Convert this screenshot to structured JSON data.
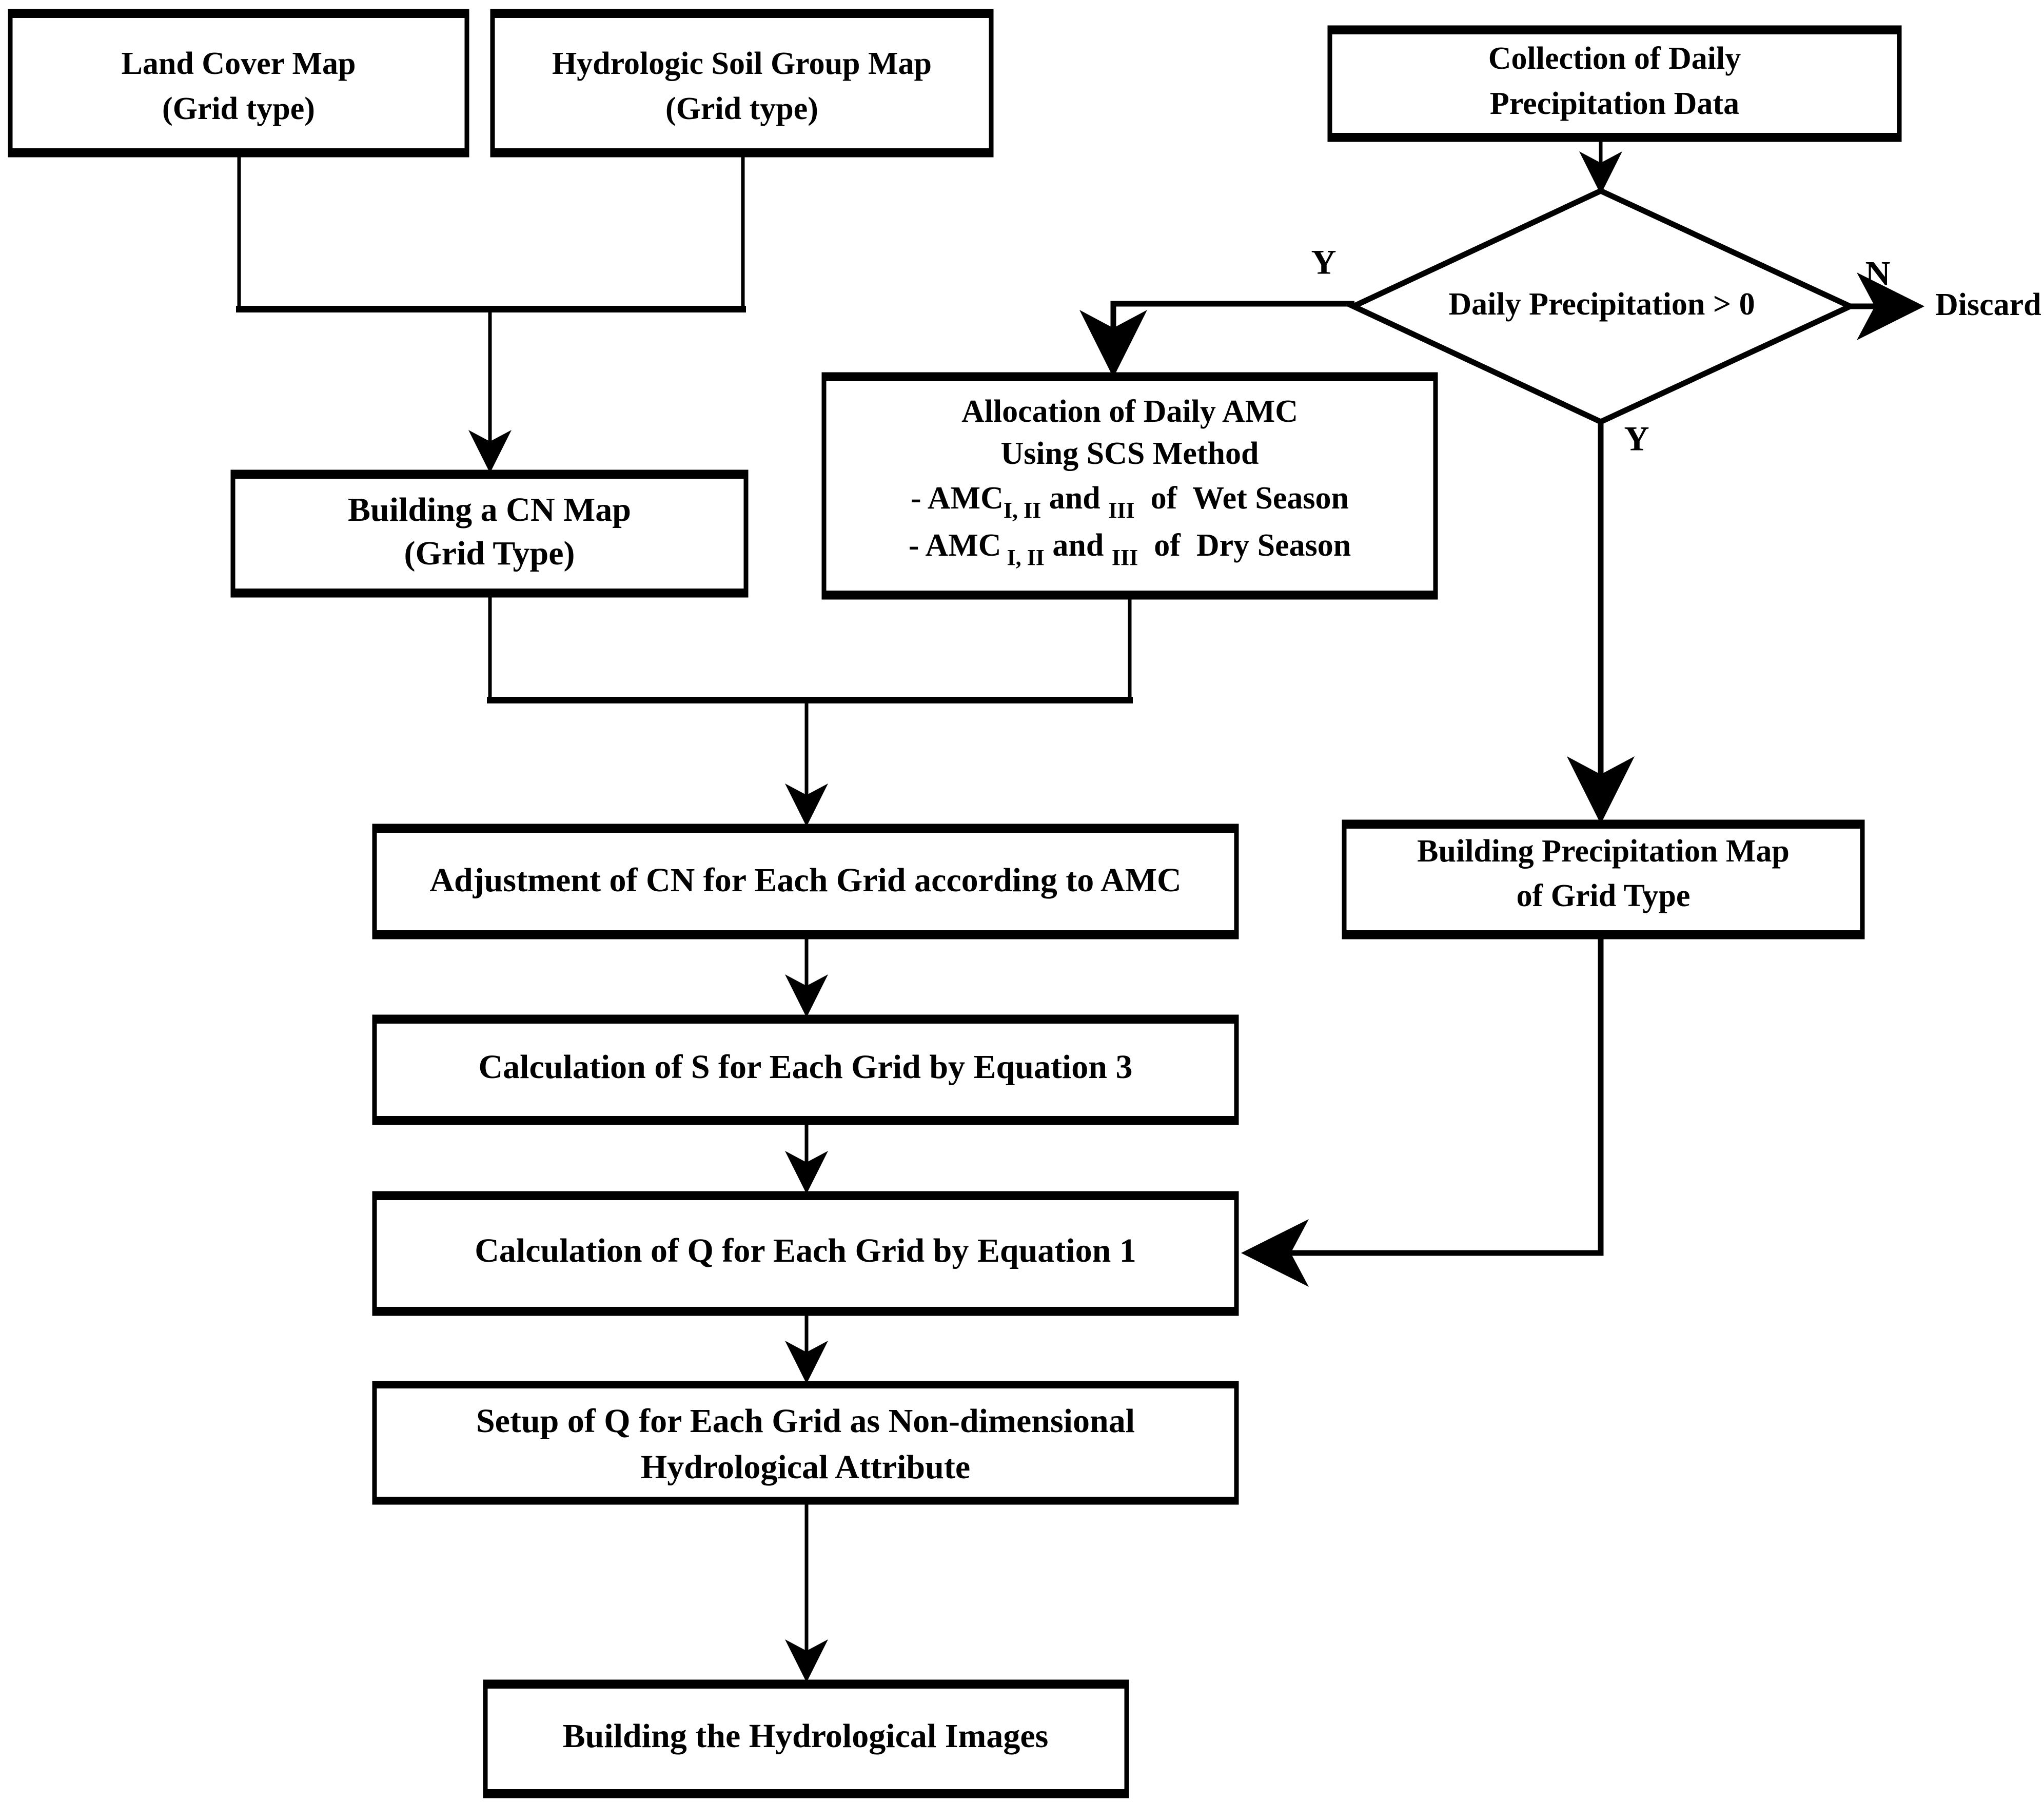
{
  "diagram": {
    "type": "flowchart",
    "title": "SCS-CN Hydrological Image Generation Workflow",
    "colors": {
      "background": "#ffffff",
      "stroke": "#000000",
      "fill": "#ffffff"
    },
    "nodes": {
      "land_cover_map": {
        "shape": "process",
        "line1": "Land Cover Map",
        "line2": "(Grid type)"
      },
      "hydrologic_soil_group_map": {
        "shape": "process",
        "line1": "Hydrologic Soil Group Map",
        "line2": "(Grid type)"
      },
      "collection_precip": {
        "shape": "process",
        "line1": "Collection of Daily",
        "line2": "Precipitation Data"
      },
      "decision_precip": {
        "shape": "decision",
        "text": "Daily Precipitation > 0"
      },
      "discard": {
        "shape": "terminal-text",
        "text": "Discard"
      },
      "building_cn_map": {
        "shape": "process",
        "line1": "Building a CN Map",
        "line2": "(Grid Type)"
      },
      "allocation_amc": {
        "shape": "process",
        "line1": "Allocation of Daily AMC",
        "line2": "Using SCS Method",
        "line3_prefix": "- AMC",
        "line3_sub1": "I, II",
        "line3_mid": "and",
        "line3_sub2": "III",
        "line3_suffix": "of  Wet Season",
        "line4_prefix": "- AMC",
        "line4_sub1": "I, II",
        "line4_mid": "and",
        "line4_sub2": "III",
        "line4_suffix": "of  Dry Season"
      },
      "adjustment_cn": {
        "shape": "process",
        "line1": "Adjustment of CN for Each Grid according to AMC"
      },
      "building_precip_map": {
        "shape": "process",
        "line1": "Building Precipitation Map",
        "line2": "of Grid Type"
      },
      "calculation_s": {
        "shape": "process",
        "line1": "Calculation of S for Each Grid by Equation 3"
      },
      "calculation_q": {
        "shape": "process",
        "line1": "Calculation of Q for Each Grid by Equation 1"
      },
      "setup_q": {
        "shape": "process",
        "line1": "Setup of Q for Each Grid as Non-dimensional",
        "line2": "Hydrological Attribute"
      },
      "building_hydro_images": {
        "shape": "process",
        "line1": "Building the Hydrological Images"
      }
    },
    "branch_labels": {
      "yes_left": "Y",
      "no_right": "N",
      "yes_down": "Y"
    },
    "edges": [
      {
        "from": "land_cover_map",
        "to": "building_cn_map",
        "label": ""
      },
      {
        "from": "hydrologic_soil_group_map",
        "to": "building_cn_map",
        "label": ""
      },
      {
        "from": "collection_precip",
        "to": "decision_precip",
        "label": ""
      },
      {
        "from": "decision_precip",
        "to": "discard",
        "label": "N"
      },
      {
        "from": "decision_precip",
        "to": "allocation_amc",
        "label": "Y"
      },
      {
        "from": "decision_precip",
        "to": "building_precip_map",
        "label": "Y"
      },
      {
        "from": "building_cn_map",
        "to": "adjustment_cn",
        "label": ""
      },
      {
        "from": "allocation_amc",
        "to": "adjustment_cn",
        "label": ""
      },
      {
        "from": "adjustment_cn",
        "to": "calculation_s",
        "label": ""
      },
      {
        "from": "calculation_s",
        "to": "calculation_q",
        "label": ""
      },
      {
        "from": "building_precip_map",
        "to": "calculation_q",
        "label": ""
      },
      {
        "from": "calculation_q",
        "to": "setup_q",
        "label": ""
      },
      {
        "from": "setup_q",
        "to": "building_hydro_images",
        "label": ""
      }
    ]
  }
}
